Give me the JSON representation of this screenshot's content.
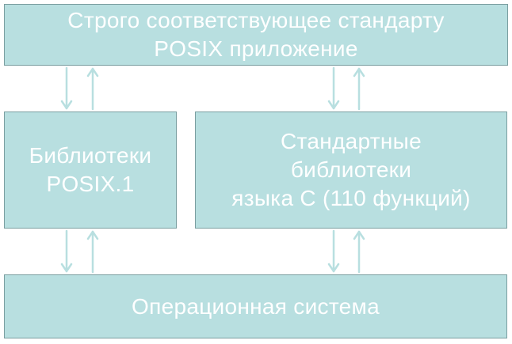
{
  "diagram": {
    "colors": {
      "block_fill": "#b8dfe0",
      "block_border": "#7a9ea0",
      "text": "#ffffff",
      "arrow": "#b8dfe0"
    },
    "blocks": {
      "app": {
        "line1": "Строго соответствующее стандарту",
        "line2": "POSIX приложение"
      },
      "posix_libs": {
        "line1": "Библиотеки",
        "line2": "POSIX.1"
      },
      "c_libs": {
        "line1": "Стандартные",
        "line2": "библиотеки",
        "line3": "языка C (110 функций)"
      },
      "os": {
        "line1": "Операционная система"
      }
    },
    "connections": [
      {
        "from": "app",
        "to": "posix_libs",
        "bidirectional": true
      },
      {
        "from": "app",
        "to": "c_libs",
        "bidirectional": true
      },
      {
        "from": "posix_libs",
        "to": "os",
        "bidirectional": true
      },
      {
        "from": "c_libs",
        "to": "os",
        "bidirectional": true
      }
    ]
  }
}
